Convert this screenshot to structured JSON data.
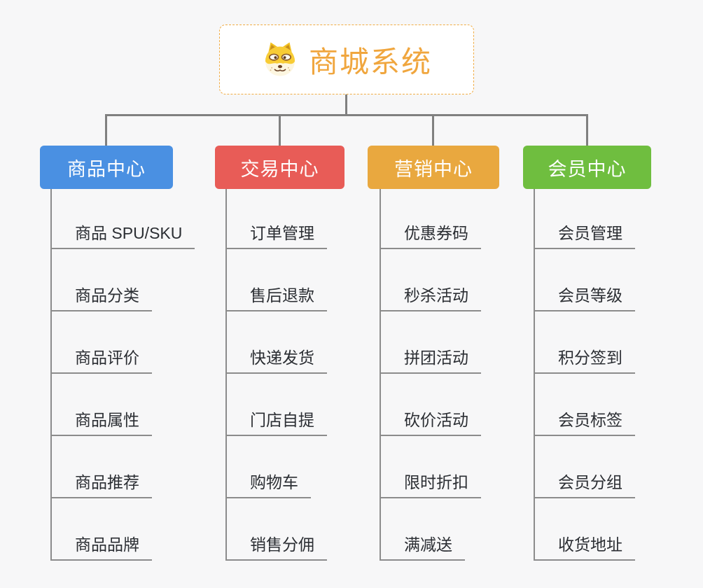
{
  "page": {
    "background": "#f7f7f8",
    "connector_color": "#808080",
    "branch_line_color": "#8c8c8c"
  },
  "root": {
    "label": "商城系统",
    "icon": "doge-dog-face-icon",
    "text_color": "#f0a63e",
    "border_color": "#f0ac45"
  },
  "branches": [
    {
      "label": "商品中心",
      "color": "#4a90e2",
      "items": [
        "商品 SPU/SKU",
        "商品分类",
        "商品评价",
        "商品属性",
        "商品推荐",
        "商品品牌"
      ]
    },
    {
      "label": "交易中心",
      "color": "#e85c57",
      "items": [
        "订单管理",
        "售后退款",
        "快递发货",
        "门店自提",
        "购物车",
        "销售分佣"
      ]
    },
    {
      "label": "营销中心",
      "color": "#e9a83f",
      "items": [
        "优惠券码",
        "秒杀活动",
        "拼团活动",
        "砍价活动",
        "限时折扣",
        "满减送"
      ]
    },
    {
      "label": "会员中心",
      "color": "#6fbe3f",
      "items": [
        "会员管理",
        "会员等级",
        "积分签到",
        "会员标签",
        "会员分组",
        "收货地址"
      ]
    }
  ]
}
